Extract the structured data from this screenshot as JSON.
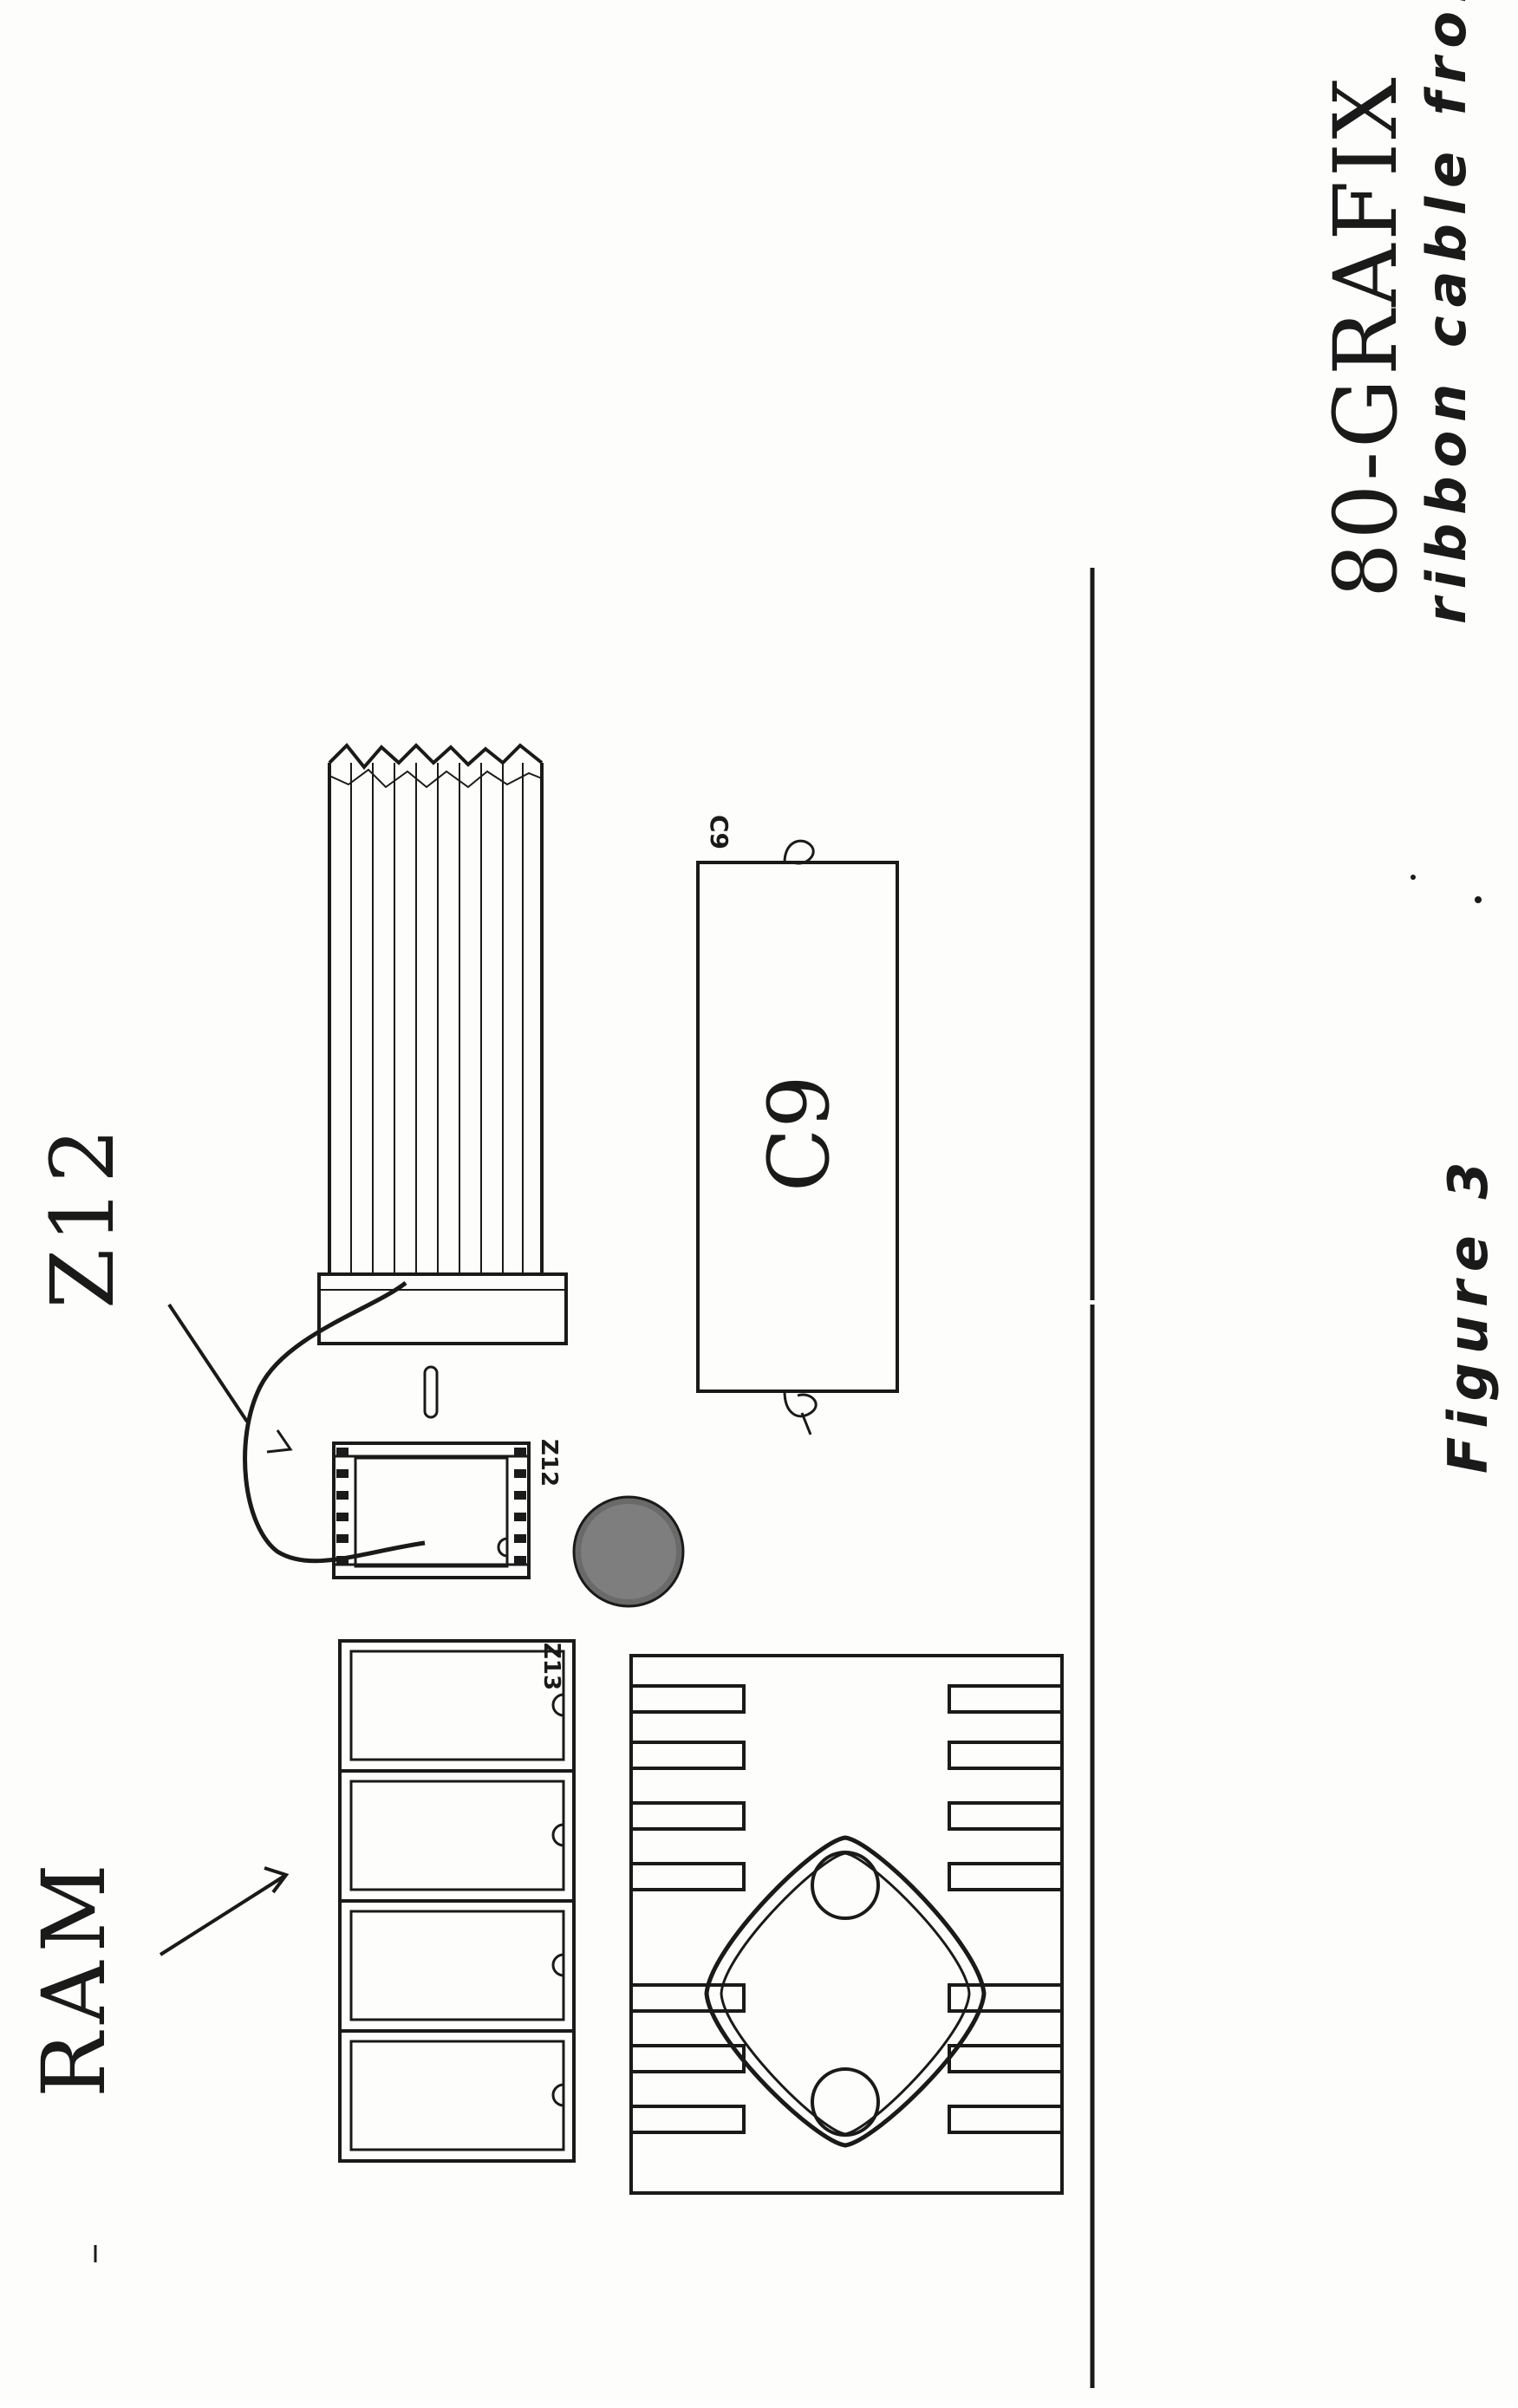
{
  "labels": {
    "ram": "RAM",
    "z12_title": "Z12",
    "ribbon_line1": "ribbon cable from",
    "ribbon_line2": "80-GRAFIX",
    "c9_body": "C9",
    "c9_small": "C9",
    "z12_small": "Z12",
    "z13_small": "Z13",
    "figure_caption": "Figure 3"
  },
  "colors": {
    "ink": "#1a1a1a",
    "paper": "#fdfdfb"
  }
}
